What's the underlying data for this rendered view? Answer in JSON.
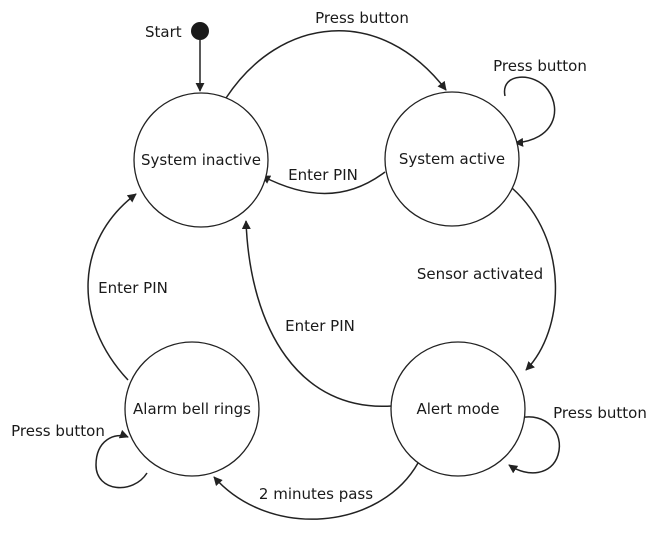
{
  "start_label": "Start",
  "states": {
    "system_inactive": "System inactive",
    "system_active": "System active",
    "alert_mode": "Alert mode",
    "alarm_bell_rings": "Alarm bell rings"
  },
  "transitions": {
    "inactive_to_active": "Press button",
    "active_self_loop": "Press button",
    "active_to_inactive": "Enter PIN",
    "active_to_alert": "Sensor activated",
    "alert_to_inactive": "Enter PIN",
    "alert_self_loop": "Press button",
    "alert_to_alarm": "2 minutes pass",
    "alarm_self_loop": "Press button",
    "alarm_to_inactive": "Enter PIN"
  },
  "colors": {
    "stroke": "#222222",
    "text": "#1a1a1a",
    "background": "#ffffff"
  }
}
